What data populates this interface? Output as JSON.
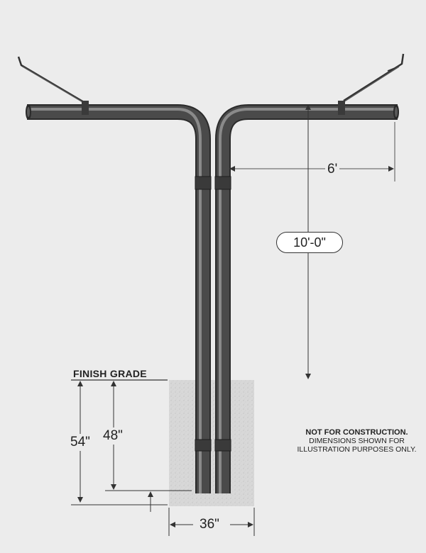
{
  "diagram": {
    "arm_length_label": "6'",
    "pole_height_label": "10'-0\"",
    "finish_grade_label": "FINISH GRADE",
    "depth_total_label": "54\"",
    "embed_depth_label": "48\"",
    "footing_width_label": "36\"",
    "note_title": "NOT FOR CONSTRUCTION.",
    "note_line_1": "DIMENSIONS SHOWN FOR",
    "note_line_2": "ILLUSTRATION PURPOSES ONLY."
  },
  "colors": {
    "background": "#ececec",
    "pole_dark": "#3b3b3b",
    "pole_mid": "#6a6a6a",
    "pole_light": "#9a9a9a",
    "concrete": "#d6d6d6",
    "dimension_line": "#444444"
  }
}
